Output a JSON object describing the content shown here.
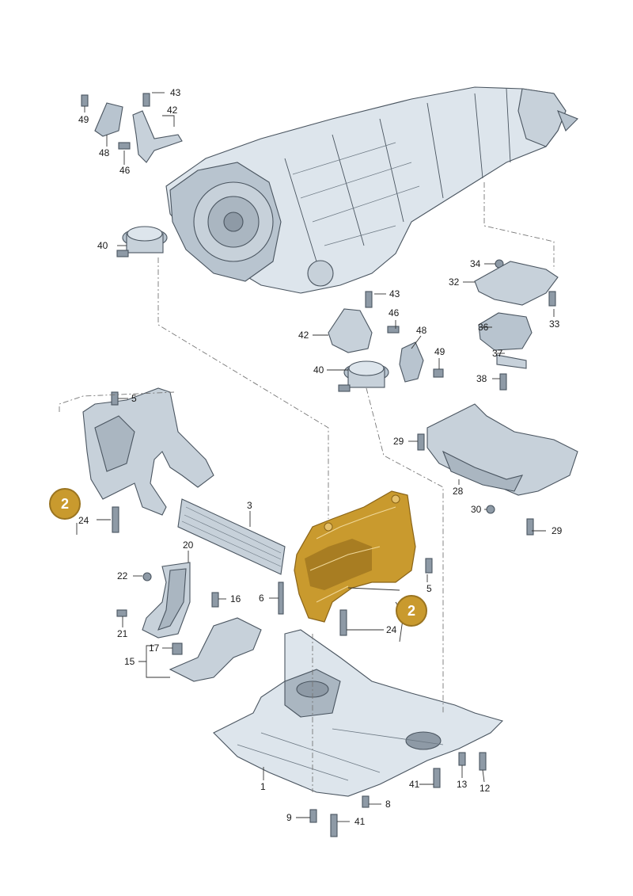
{
  "colors": {
    "part_fill": "#dde5ec",
    "part_shade": "#b8c4cf",
    "part_dark": "#8e9aa6",
    "highlight": "#c99a2e",
    "badge": "#c99a2e",
    "badge_border": "#9a7420"
  },
  "callouts": [
    "49",
    "43",
    "42",
    "48",
    "46",
    "40",
    "43",
    "46",
    "42",
    "48",
    "49",
    "40",
    "34",
    "32",
    "33",
    "36",
    "37",
    "38",
    "5",
    "2",
    "24",
    "3",
    "29",
    "28",
    "30",
    "29",
    "20",
    "22",
    "6",
    "16",
    "21",
    "17",
    "15",
    "2",
    "5",
    "24",
    "1",
    "41",
    "13",
    "12",
    "9",
    "41",
    "8"
  ],
  "badges": [
    "2",
    "2"
  ]
}
